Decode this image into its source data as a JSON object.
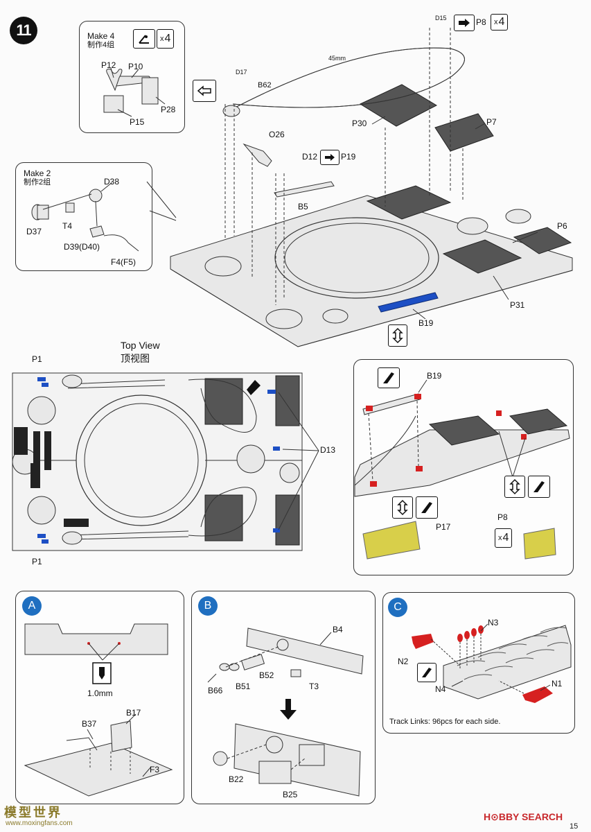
{
  "page": {
    "step_number": "11",
    "page_number": "15"
  },
  "make4": {
    "title": "Make 4",
    "title_cn": "制作4组",
    "multiplier_x": "x",
    "multiplier_n": "4",
    "parts": [
      "P12",
      "P10",
      "P15",
      "P28"
    ]
  },
  "make2": {
    "title": "Make 2",
    "title_cn": "制作2组",
    "parts": [
      "D38",
      "D37",
      "T4",
      "D39(D40)",
      "F4(F5)"
    ]
  },
  "main": {
    "labels": {
      "d15": "D15",
      "p8": "P8",
      "x": "x",
      "four": "4",
      "mm45": "45mm",
      "d17": "D17",
      "b62": "B62",
      "p30": "P30",
      "p7": "P7",
      "o26": "O26",
      "d12": "D12",
      "p19": "P19",
      "b5": "B5",
      "p6": "P6",
      "p31": "P31",
      "b19": "B19"
    }
  },
  "top_view": {
    "title": "Top View",
    "title_cn": "顶视图",
    "p1_top": "P1",
    "p1_bottom": "P1",
    "d13": "D13"
  },
  "detail": {
    "b19": "B19",
    "p8": "P8",
    "p17": "P17",
    "x": "x",
    "four": "4"
  },
  "sub_a": {
    "letter": "A",
    "drill": "1.0mm",
    "b17": "B17",
    "b37": "B37",
    "f3": "F3"
  },
  "sub_b": {
    "letter": "B",
    "b4": "B4",
    "b66": "B66",
    "b51": "B51",
    "b52": "B52",
    "t3": "T3",
    "b22": "B22",
    "b25": "B25"
  },
  "sub_c": {
    "letter": "C",
    "n3": "N3",
    "n2": "N2",
    "n4": "N4",
    "n1": "N1",
    "note": "Track Links: 96pcs for each side."
  },
  "watermark": {
    "left": "模型世界",
    "left_url": "www.moxingfans.com",
    "right": "H⊙BBY SEARCH"
  },
  "colors": {
    "badge": "#1f6fc0",
    "highlight_blue": "#1d4fc4",
    "red_part": "#d62020",
    "yellow_part": "#d8cf4a"
  }
}
